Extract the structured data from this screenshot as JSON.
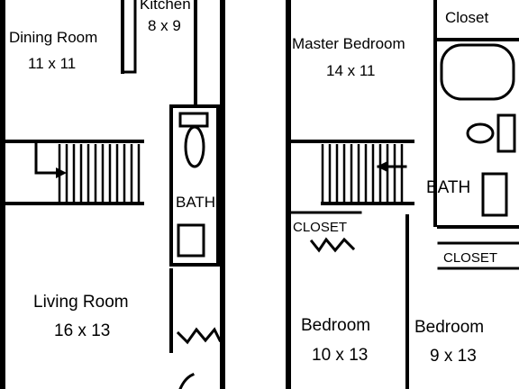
{
  "floorplan": {
    "rooms": [
      {
        "key": "dining",
        "name": "Dining Room",
        "size": "11 x 11"
      },
      {
        "key": "kitchen",
        "name": "Kitchen",
        "size": "8 x 9"
      },
      {
        "key": "living",
        "name": "Living Room",
        "size": "16 x 13"
      },
      {
        "key": "bath_left",
        "name": "BATH"
      },
      {
        "key": "master",
        "name": "Master Bedroom",
        "size": "14 x 11"
      },
      {
        "key": "closet_master",
        "name": "Closet"
      },
      {
        "key": "bath_right",
        "name": "BATH"
      },
      {
        "key": "closet_hall",
        "name": "CLOSET"
      },
      {
        "key": "closet_right",
        "name": "CLOSET"
      },
      {
        "key": "bedroom_a",
        "name": "Bedroom",
        "size": "10 x 13"
      },
      {
        "key": "bedroom_b",
        "name": "Bedroom",
        "size": "9 x 13"
      }
    ]
  }
}
